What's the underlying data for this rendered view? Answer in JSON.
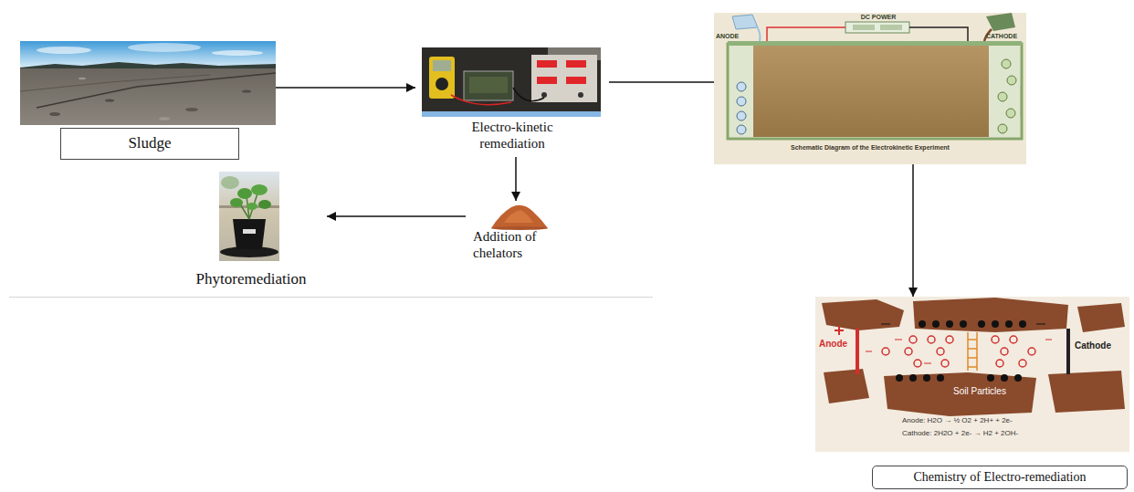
{
  "diagram": {
    "nodes": [
      {
        "text": [
          "Sludge"
        ]
      },
      {
        "text": [
          "Electro-kinetic remediation"
        ]
      },
      {
        "text": [
          "DC POWER",
          "ANODE",
          "CATHODE",
          "Schematic Diagram of the Electrokinetic Experiment"
        ]
      },
      {
        "text": [
          "Anode",
          "Cathode",
          "Soil Particles",
          "Anode: H2O → ½ O2 + 2H+ + 2e-",
          "Cathode: 2H2O + 2e- → H2 + 2OH-",
          "Chemistry of Electro-remediation"
        ]
      },
      {
        "text": [
          "Addition of chelators"
        ]
      },
      {
        "text": [
          "Phytoremediation"
        ]
      }
    ],
    "edges": [
      {
        "from": 0,
        "to": 1,
        "arrow": "to"
      },
      {
        "from": 1,
        "to": 2,
        "arrow": "none"
      },
      {
        "from": 2,
        "to": 3,
        "arrow": "to"
      },
      {
        "from": 1,
        "to": 4,
        "arrow": "to"
      },
      {
        "from": 4,
        "to": 5,
        "arrow": "to"
      }
    ]
  }
}
